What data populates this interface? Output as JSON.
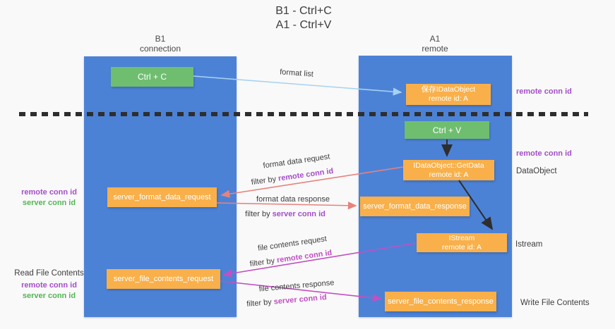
{
  "title": {
    "line1": "B1 - Ctrl+C",
    "line2": "A1 - Ctrl+V"
  },
  "columns": {
    "left": {
      "title": "B1",
      "subtitle": "connection"
    },
    "right": {
      "title": "A1",
      "subtitle": "remote"
    }
  },
  "nodes": {
    "ctrl_c": {
      "label": "Ctrl + C"
    },
    "ctrl_v": {
      "label": "Ctrl + V"
    },
    "save_idataobject": {
      "line1": "保存IDataObject",
      "line2": "remote id: A"
    },
    "getdata": {
      "line1": "IDataObject::GetData",
      "line2": "remote id: A"
    },
    "istream": {
      "line1": "IStream",
      "line2": "remote id: A"
    },
    "server_format_data_request": {
      "label": "server_format_data_request"
    },
    "server_format_data_response": {
      "label": "server_format_data_response"
    },
    "server_file_contents_request": {
      "label": "server_file_contents_request"
    },
    "server_file_contents_response": {
      "label": "server_file_contents_response"
    }
  },
  "edges": {
    "format_list": {
      "label": "format list"
    },
    "format_data_request": {
      "label": "format data request",
      "filter_prefix": "filter by ",
      "filter_id": "remote conn id"
    },
    "format_data_response": {
      "label": "format data response",
      "filter_prefix": "filter by ",
      "filter_id": "server conn id"
    },
    "file_contents_request": {
      "label": "file contents request",
      "filter_prefix": "filter by ",
      "filter_id": "remote conn id"
    },
    "file_contents_response": {
      "label": "file contents response",
      "filter_prefix": "filter by ",
      "filter_id": "server conn id"
    }
  },
  "side_labels": {
    "left_format": {
      "remote": "remote conn id",
      "server": "server conn id"
    },
    "left_file": {
      "title": "Read File Contents",
      "remote": "remote conn id",
      "server": "server conn id"
    },
    "right_top": {
      "label": "remote conn id"
    },
    "right_mid": {
      "label": "remote conn id"
    },
    "dataobject": {
      "label": "DataObject"
    },
    "istream": {
      "label": "Istream"
    },
    "write_file": {
      "label": "Write File Contents"
    }
  },
  "colors": {
    "column_blue": "#4c82d6",
    "node_green": "#6fbe70",
    "node_orange": "#f9b04a",
    "purple": "#a44ec9",
    "green_label": "#53b654",
    "magenta": "#c24fc4",
    "salmon": "#e8827c",
    "light_blue": "#a6d2f2",
    "divider_black": "#2e2e2e"
  }
}
